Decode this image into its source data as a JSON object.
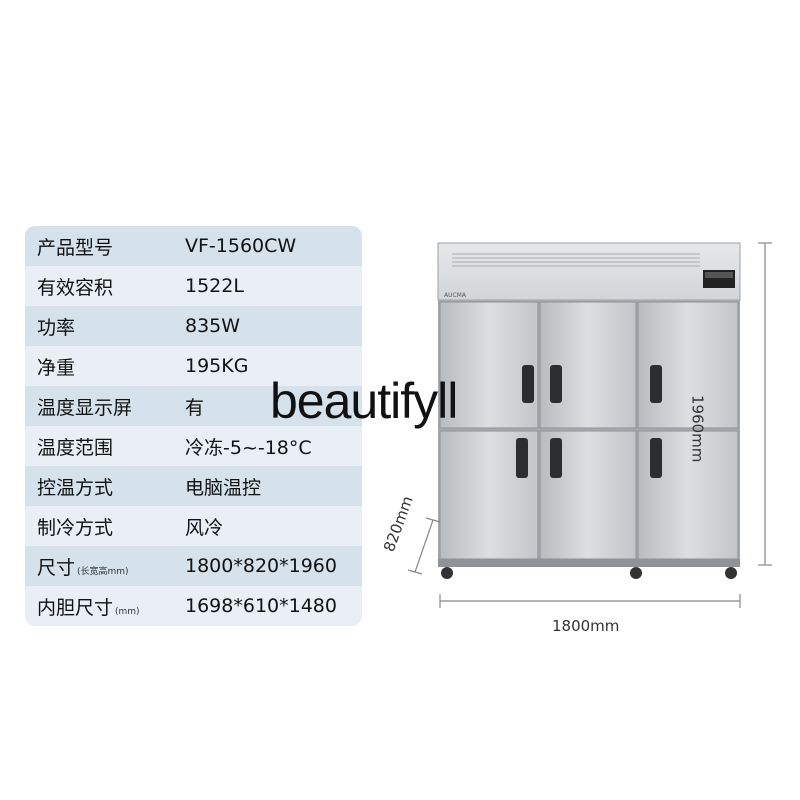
{
  "specs": [
    {
      "label": "产品型号",
      "note": "",
      "value": "VF-1560CW"
    },
    {
      "label": "有效容积",
      "note": "",
      "value": "1522L"
    },
    {
      "label": "功率",
      "note": "",
      "value": "835W"
    },
    {
      "label": "净重",
      "note": "",
      "value": "195KG"
    },
    {
      "label": "温度显示屏",
      "note": "",
      "value": "有"
    },
    {
      "label": "温度范围",
      "note": "",
      "value": "冷冻-5~-18°C"
    },
    {
      "label": "控温方式",
      "note": "",
      "value": "电脑温控"
    },
    {
      "label": "制冷方式",
      "note": "",
      "value": "风冷"
    },
    {
      "label": "尺寸",
      "note": "(长宽高mm)",
      "value": "1800*820*1960"
    },
    {
      "label": "内胆尺寸",
      "note": "(mm)",
      "value": "1698*610*1480"
    }
  ],
  "watermark": "beautifyll",
  "brand": "AUCMA",
  "dimensions": {
    "height": "1960mm",
    "width": "1800mm",
    "depth": "820mm"
  },
  "colors": {
    "row_shade": "#d5e2ec",
    "row_plain": "#e9eff4",
    "steel": "#c9cbce"
  }
}
